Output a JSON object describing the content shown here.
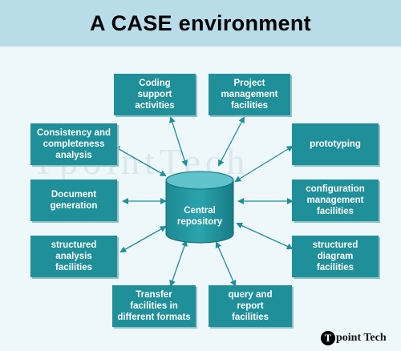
{
  "title": "A CASE environment",
  "center": {
    "label": "Central\nrepository"
  },
  "boxes": {
    "coding": "Coding\nsupport\nactivities",
    "project": "Project\nmanagement\nfacilities",
    "consistency": "Consistency and\ncompleteness\nanalysis",
    "prototyping": "prototyping",
    "document": "Document\ngeneration",
    "config": "configuration\nmanagement\nfacilities",
    "structured_analysis": "structured\nanalysis\nfacilities",
    "structured_diagram": "structured\ndiagram\nfacilities",
    "transfer": "Transfer\nfacilities in\ndifferent formats",
    "query": "query and\nreport\nfacilities"
  },
  "logo": {
    "mark": "T",
    "text": "point Tech"
  },
  "colors": {
    "box": "#1f8f99",
    "header": "#b9dde8",
    "arrow": "#1f8f99",
    "background": "#eef7fa"
  }
}
